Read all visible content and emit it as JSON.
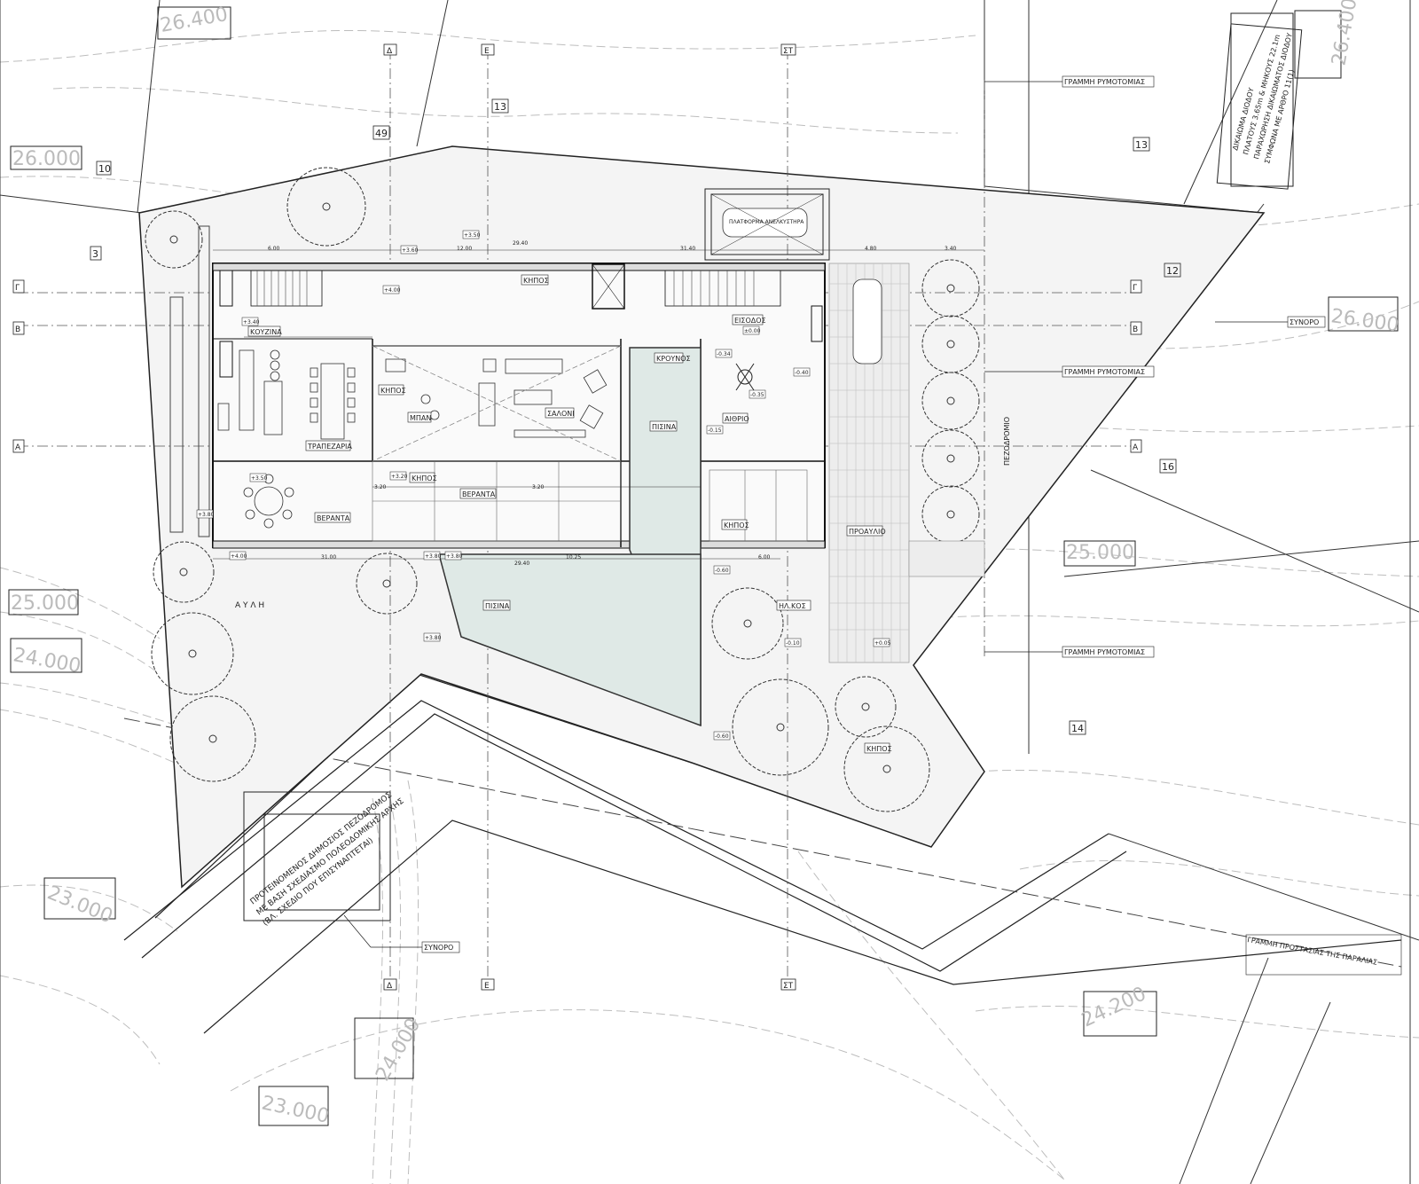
{
  "drawing": {
    "rooms": {
      "kitchen": "ΚΟΥΖΙΝΑ",
      "dining": "ΤΡΑΠΕΖΑΡΙΑ",
      "living": "ΣΑΛΟΝΙ",
      "veranda_1": "ΒΕΡΑΝΤΑ",
      "veranda_2": "ΒΕΡΑΝΤΑ",
      "pool_1": "ΠΙΣΙΝΑ",
      "pool_2": "ΠΙΣΙΝΑ",
      "atrium": "ΑΙΘΡΙΟ",
      "entrance": "ΕΙΣΟΔΟΣ",
      "porch": "ΠΡΟΑΥΛΙΟ",
      "garden_1": "ΚΗΠΟΣ",
      "garden_2": "ΚΗΠΟΣ",
      "garden_3": "ΚΗΠΟΣ",
      "garden_4": "ΚΗΠΟΣ",
      "garden_5": "ΚΗΠΟΣ",
      "yard": "Α Υ Λ Η",
      "fountain": "ΚΡΟΥΝΟΣ",
      "panel": "ΗΛ.ΚΟΣ",
      "bath": "ΜΠΑΝ"
    },
    "lines": {
      "building_line_1": "ΓΡΑΜΜΗ ΡΥΜΟΤΟΜΙΑΣ",
      "building_line_2": "ΓΡΑΜΜΗ ΡΥΜΟΤΟΜΙΑΣ",
      "building_line_3": "ΓΡΑΜΜΗ ΡΥΜΟΤΟΜΙΑΣ",
      "boundary_1": "ΣΥΝΟΡΟ",
      "boundary_2": "ΣΥΝΟΡΟ",
      "shore_protection": "ΓΡΑΜΜΗ ΠΡΟΣΤΑΣΙΑΣ ΤΗΣ ΠΑΡΑΛΙΑΣ",
      "sidewalk": "ΠΕΖΟΔΡΟΜΙΟ"
    },
    "notes": {
      "parking": "ΠΛΑΤΦΟΡΜΑ ΑΝΕΛΚΥΣΤΗΡΑ",
      "proposed_walk_1": "ΠΡΟΤΕΙΝΟΜΕΝΟΣ ΔΗΜΟΣΙΟΣ ΠΕΖΟΔΡΟΜΟΣ",
      "proposed_walk_2": "ΜΕ ΒΑΣΗ ΣΧΕΔΙΑΣΜΟ ΠΟΛΕΟΔΟΜΙΚΗΣ ΑΡΧΗΣ",
      "proposed_walk_3": "(ΒΛ. ΣΧΕΔΙΟ ΠΟΥ ΕΠΙΣΥΝΑΠΤΕΤΑΙ)",
      "right_of_way_1": "ΔΙΚΑΙΩΜΑ ΔΙΟΔΟΥ",
      "right_of_way_2": "ΠΛΑΤΟΥΣ 3.65m & ΜΗΚΟΥΣ 22.1m",
      "right_of_way_3": "ΠΑΡΑΧΩΡΗΣΗ ΔΙΚΑΙΩΜΑΤΟΣ ΔΙΟΔΟΥ",
      "right_of_way_4": "ΣΥΜΦΩΝΑ ΜΕ ΑΡΘΡΟ 11(1)"
    },
    "elevations": {
      "e1": "26.400",
      "e2": "26.000",
      "e3": "26.400",
      "e4": "26.000",
      "e5": "25.000",
      "e6": "25.000",
      "e7": "24.000",
      "e8": "23.000",
      "e9": "24.000",
      "e10": "23.000",
      "e11": "24.200"
    },
    "plots": {
      "p1": "10",
      "p2": "49",
      "p3": "13",
      "p4": "3",
      "p5": "13",
      "p6": "12",
      "p7": "16",
      "p8": "14"
    },
    "sections": {
      "top_1": "Δ",
      "top_2": "Ε",
      "top_3": "ΣΤ",
      "bottom_1": "Δ",
      "bottom_2": "Ε",
      "bottom_3": "ΣΤ",
      "left_1": "Γ",
      "left_2": "Β",
      "left_3": "Α",
      "right_1": "Γ",
      "right_2": "Β",
      "right_3": "Α"
    },
    "levels": {
      "l1": "+3.50",
      "l2": "+3.60",
      "l3": "+4.00",
      "l4": "+3.40",
      "l5": "+3.50",
      "l6": "+3.20",
      "l7": "±0.00",
      "l8": "-0.34",
      "l9": "-0.35",
      "l10": "-0.15",
      "l11": "+4.00",
      "l12": "+3.80",
      "l13": "+3.80",
      "l14": "+3.80",
      "l15": "+3.80",
      "l16": "-0.60",
      "l17": "-0.60",
      "l18": "-0.10",
      "l19": "+0.05",
      "l20": "-0.40"
    },
    "dims": {
      "d1": "6.00",
      "d2": "12.00",
      "d3": "29.40",
      "d4": "31.40",
      "d5": "4.80",
      "d6": "3.40",
      "d7": "3.20",
      "d8": "3.20",
      "d9": "31.00",
      "d10": "29.40",
      "d11": "10.25",
      "d12": "6.00"
    }
  }
}
